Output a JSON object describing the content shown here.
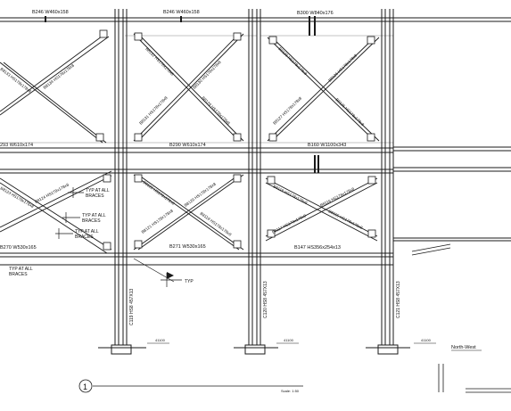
{
  "beams_top": {
    "b1": "B246 W460x158",
    "b2": "B246 W460x158",
    "b3": "B300 W840x176"
  },
  "beams_mid": {
    "b1": "293 W610x174",
    "b2": "B290 W610x174",
    "b3": "B160 W1100x343"
  },
  "beams_low": {
    "b1": "B270 W530x165",
    "b2": "B271 W530x165",
    "b3": "B147 HS356x254x13"
  },
  "braces_upper": {
    "bay1_a": "B8134 HS178x178x8",
    "bay1_b": "B8133 HS178x178x8",
    "bay2_a": "B8132 HS178x178x8",
    "bay2_b": "B8131 HS178x178x8",
    "bay2_c": "B8130 HS178x178x8",
    "bay2_d": "B8129 HS178x178x8",
    "bay3_a": "B8128 HS178x178x8",
    "bay3_b": "B8127 HS178x178x8",
    "bay3_c": "B8126 HS178x178x8",
    "bay3_d": "B8125 HS178x178x8"
  },
  "braces_lower": {
    "bay1_a": "B8124 HS178x178x8",
    "bay1_b": "B8123 HS178x178x8",
    "bay2_a": "B8122 HS178x178x8",
    "bay2_b": "B8121 HS178x178x8",
    "bay2_c": "B8120 HS178x178x8",
    "bay2_d": "B8119 HS178x178x8",
    "bay3_a": "B8118 HS178x178x8",
    "bay3_b": "B8117 HS178x178x8",
    "bay3_c": "B8116 HS178x178x8",
    "bay3_d": "B8115 HS178x178x8"
  },
  "notes": {
    "typ1_l1": "TYP AT ALL",
    "typ1_l2": "BRACES",
    "typ2_l1": "TYP AT ALL",
    "typ2_l2": "BRACES",
    "typ3_l1": "TYP AT ALL",
    "typ3_l2": "BRACES",
    "typ4_l1": "TYP AT ALL",
    "typ4_l2": "BRACES",
    "typ5": "TYP"
  },
  "columns": {
    "c1": "C119 HS8 457X13",
    "c2": "C120 HS8 457X13",
    "c3": "C121 HS8 457X13"
  },
  "elevations": {
    "e1": "41100",
    "e2": "41100",
    "e3": "41100"
  },
  "view": {
    "title": "North-West",
    "number": "1",
    "scale": "Scale: 1:50"
  }
}
